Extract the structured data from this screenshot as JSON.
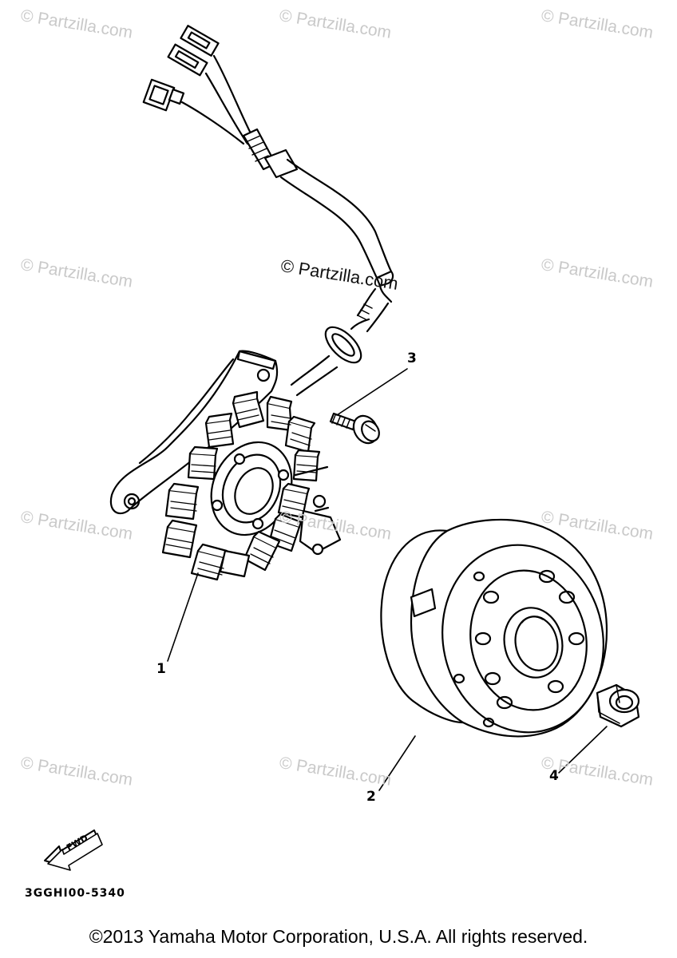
{
  "watermarks": [
    "© Partzilla.com",
    "© Partzilla.com",
    "© Partzilla.com",
    "© Partzilla.com",
    "© Partzilla.com",
    "© Partzilla.com",
    "© Partzilla.com",
    "© Partzilla.com",
    "© Partzilla.com",
    "© Partzilla.com"
  ],
  "center_watermark": "© Partzilla.com",
  "parts": [
    {
      "number": "1",
      "icon": "stator-assembly"
    },
    {
      "number": "2",
      "icon": "rotor-flywheel"
    },
    {
      "number": "3",
      "icon": "screw"
    },
    {
      "number": "4",
      "icon": "nut"
    }
  ],
  "direction_badge": "FWD",
  "diagram_code": "3GGHI00-5340",
  "copyright": "©2013 Yamaha Motor Corporation, U.S.A. All rights reserved.",
  "colors": {
    "line": "#000000",
    "watermark": "#c9c9c9",
    "background": "#ffffff"
  }
}
